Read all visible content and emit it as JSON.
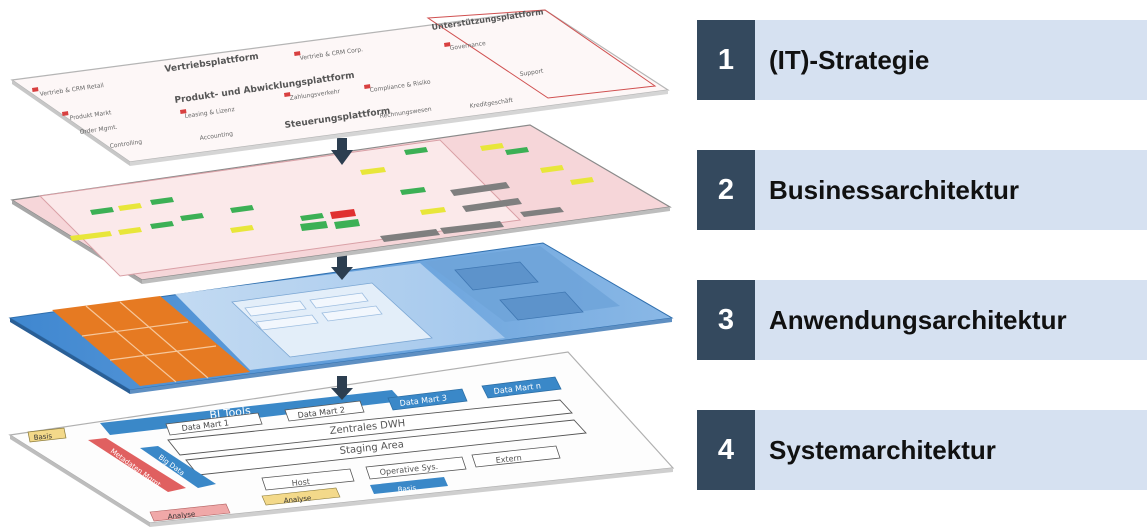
{
  "layers": [
    {
      "number": "1",
      "label": "(IT)-Strategie"
    },
    {
      "number": "2",
      "label": "Businessarchitektur"
    },
    {
      "number": "3",
      "label": "Anwendungsarchitektur"
    },
    {
      "number": "4",
      "label": "Systemarchitektur"
    }
  ],
  "illustration": {
    "strategy_layer": {
      "headers": [
        "Vertriebsplattform",
        "Produkt- und Abwicklungsplattform",
        "Steuerungsplattform",
        "Unterstützungsplattform"
      ],
      "items": [
        "Vertrieb & CRM Retail",
        "Vertrieb & CRM Corp.",
        "Produkt Markt",
        "Order Mgmt.",
        "Leasing & Lizenz",
        "Zahlungsverkehr",
        "Compliance & Risiko",
        "Controlling",
        "Accounting",
        "Rechnungswesen",
        "Kreditgeschäft",
        "Governance",
        "Support"
      ]
    },
    "system_layer": {
      "bi_tools": "BI Tools",
      "data_marts": [
        "Data Mart 1",
        "Data Mart 2",
        "Data Mart 3",
        "Data Mart n"
      ],
      "central_dwh": "Zentrales DWH",
      "staging_area": "Staging Area",
      "sources": [
        "Host",
        "Operative Sys.",
        "Extern"
      ],
      "side_labels": [
        "Basis",
        "Metadaten Mgmt.",
        "Big Data"
      ],
      "bottom_labels": [
        "Analyse",
        "Analyse",
        "Basis"
      ]
    },
    "colors": {
      "arrow": "#2c3e50",
      "business_border": "#e8a0a6",
      "application_blue": "#4a8fd4",
      "application_orange": "#e67a22",
      "system_blue": "#3a88c8",
      "system_red": "#e06060"
    }
  }
}
